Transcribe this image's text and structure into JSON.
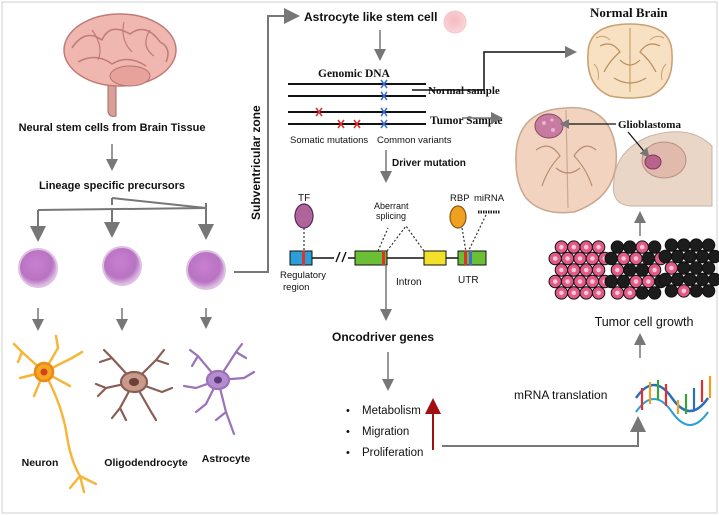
{
  "labels": {
    "neural_stem_cells": "Neural stem cells from Brain Tissue",
    "lineage_precursors": "Lineage specific precursors",
    "neuron": "Neuron",
    "oligodendrocyte": "Oligodendrocyte",
    "astrocyte": "Astrocyte",
    "subventricular_zone": "Subventricular zone",
    "astrocyte_like_stem_cell": "Astrocyte like stem cell",
    "genomic_dna": "Genomic DNA",
    "normal_sample": "Normal sample",
    "tumor_sample": "Tumor Sample",
    "somatic_mutations": "Somatic mutations",
    "common_variants": "Common variants",
    "driver_mutation": "Driver mutation",
    "tf": "TF",
    "aberrant_splicing_1": "Aberrant",
    "aberrant_splicing_2": "splicing",
    "rbp": "RBP",
    "mirna": "miRNA",
    "regulatory_region_1": "Regulatory",
    "regulatory_region_2": "region",
    "intron": "Intron",
    "utr": "UTR",
    "oncodriver_genes": "Oncodriver genes",
    "normal_brain": "Normal Brain",
    "glioblastoma": "Glioblastoma",
    "tumor_cell_growth": "Tumor cell growth",
    "mrna_translation": "mRNA translation"
  },
  "oncodriver_list": [
    "Metabolism",
    "Migration",
    "Proliferation"
  ],
  "colors": {
    "arrow": "#777777",
    "precursor_cell": "#c189c9",
    "tf": "#b0649e",
    "rbp": "#f0a020",
    "mutation_red": "#e03030",
    "variant_blue": "#3d6fd0",
    "up_arrow": "#a01010",
    "tumor_cell_pink": "#e35a88"
  }
}
